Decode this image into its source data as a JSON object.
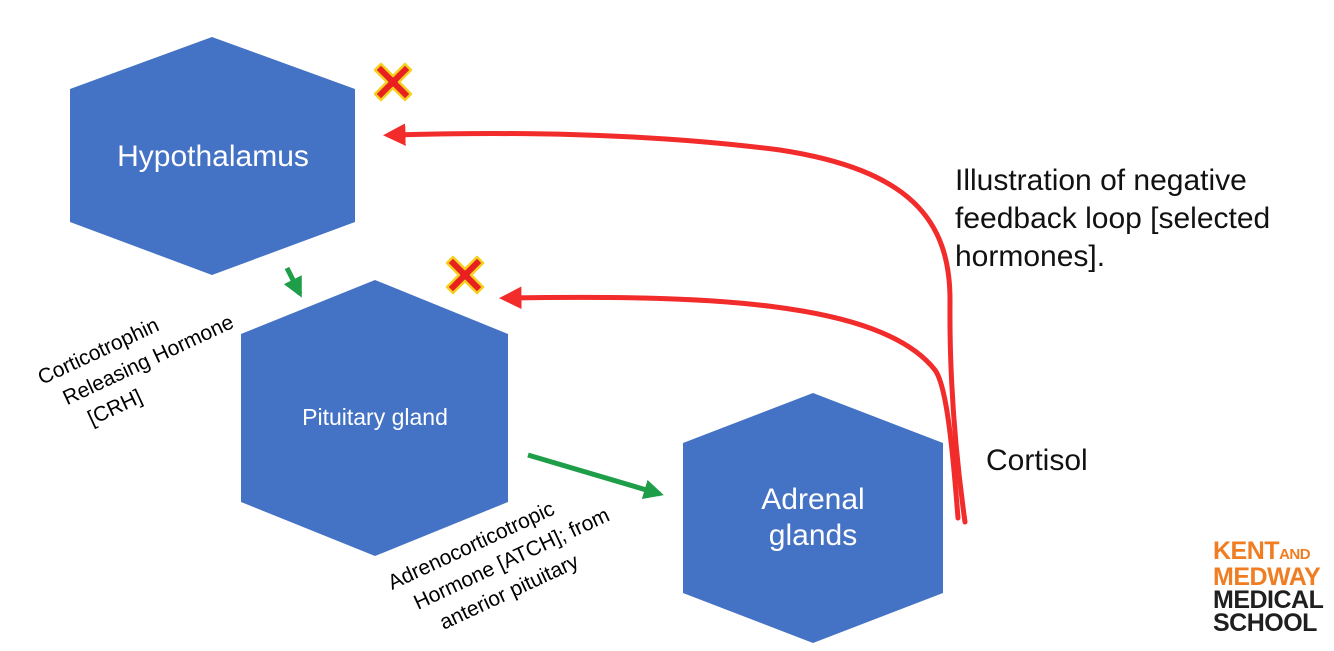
{
  "nodes": {
    "hypothalamus": "Hypothalamus",
    "pituitary": "Pituitary gland",
    "adrenal": [
      "Adrenal",
      "glands"
    ]
  },
  "hormones": {
    "crh": [
      "Corticotrophin",
      "Releasing Hormone",
      "[CRH]"
    ],
    "acth": [
      "Adrenocorticotropic",
      "Hormone [ATCH]; from",
      "anterior pituitary"
    ]
  },
  "caption": "Illustration of negative\nfeedback loop [selected\nhormones].",
  "feedback_label": "Cortisol",
  "logo": {
    "line1": "KENT",
    "line1_small": "AND",
    "line2": "MEDWAY",
    "line3": "MEDICAL",
    "line4": "SCHOOL"
  },
  "colors": {
    "hexagon": "#4472c4",
    "stimulate_arrow": "#1f9e4a",
    "feedback_arrow": "#f22b2b",
    "inhibit_mark": "#e8201f",
    "inhibit_outline": "#f5d020",
    "logo_orange": "#f07d22",
    "logo_dark": "#1f1f1f"
  },
  "icons": {
    "inhibit": "cross-mark-icon"
  }
}
